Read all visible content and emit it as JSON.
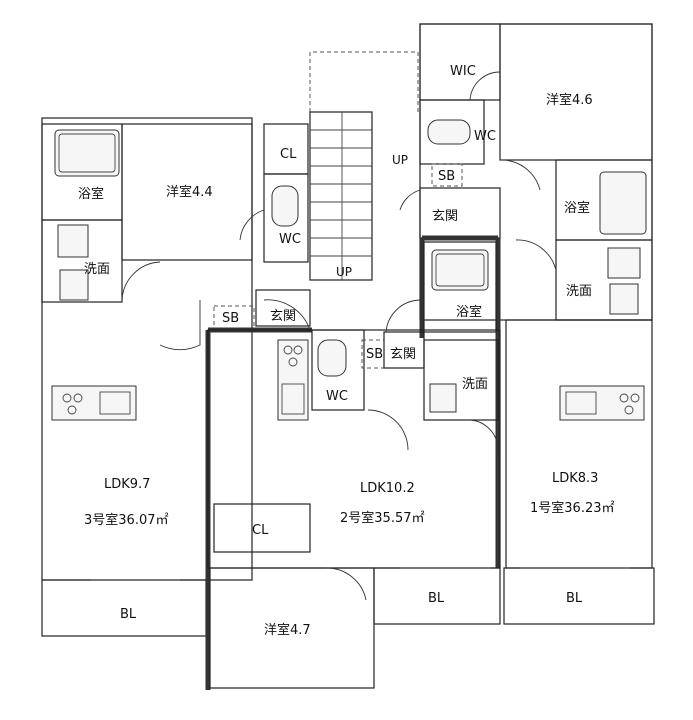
{
  "rooms": {
    "unit3_bedroom": "洋室4.4",
    "unit3_bath": "浴室",
    "unit3_washroom": "洗面",
    "unit3_cl": "CL",
    "unit3_wc": "WC",
    "unit3_genkan": "玄関",
    "unit3_sb": "SB",
    "unit3_ldk": "LDK9.7",
    "unit3_area": "3号室36.07㎡",
    "unit3_bl": "BL",
    "unit1_wic": "WIC",
    "unit1_bedroom": "洋室4.6",
    "unit1_wc": "WC",
    "unit1_sb": "SB",
    "unit1_genkan": "玄関",
    "unit1_bath": "浴室",
    "unit1_washroom": "洗面",
    "unit1_ldk": "LDK8.3",
    "unit1_area": "1号室36.23㎡",
    "unit1_bl": "BL",
    "unit2_bath": "浴室",
    "unit2_sb": "SB",
    "unit2_genkan": "玄関",
    "unit2_wc": "WC",
    "unit2_washroom": "洗面",
    "unit2_ldk": "LDK10.2",
    "unit2_area": "2号室35.57㎡",
    "unit2_cl": "CL",
    "unit2_bedroom": "洋室4.7",
    "unit2_bl": "BL"
  },
  "stair_marks": {
    "up": "UP",
    "up2": "UP"
  }
}
